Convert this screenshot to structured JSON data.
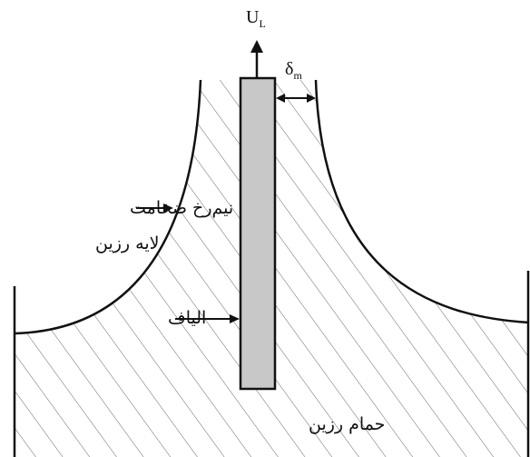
{
  "labels": {
    "velocity": "U",
    "velocity_sub": "L",
    "thickness": "δ",
    "thickness_sub": "m",
    "profile_line1": "نیم‌رخ ضخامت",
    "profile_line2": "لایه رزین",
    "fiber": "الیاف",
    "bath": "حمام رزین"
  },
  "colors": {
    "fiber_fill": "#c8c8c8",
    "stroke": "#111111",
    "hatch": "#555555",
    "background": "#ffffff"
  }
}
